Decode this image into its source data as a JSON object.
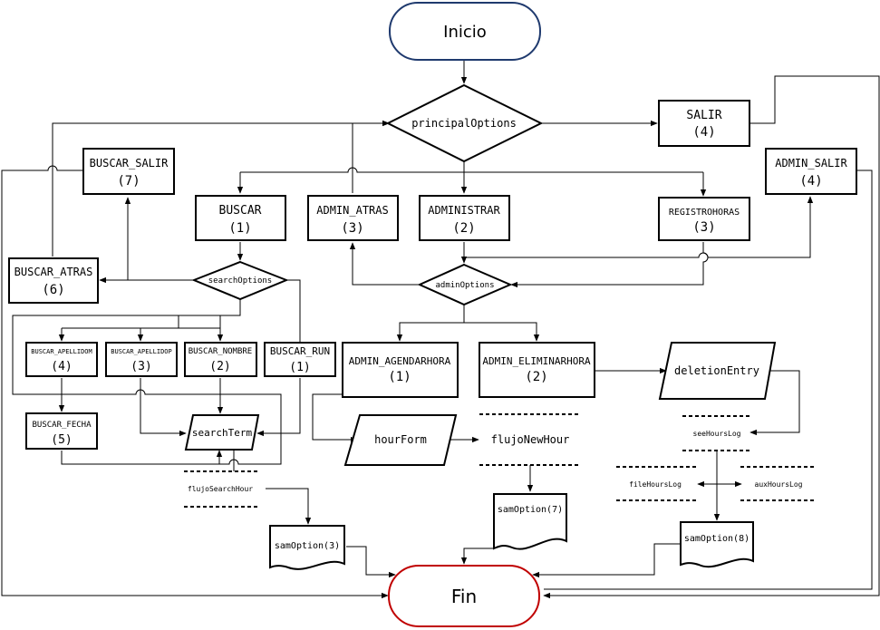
{
  "diagram": {
    "start": "Inicio",
    "end": "Fin",
    "principal_options": "principalOptions",
    "salir": {
      "name": "SALIR",
      "num": "(4)"
    },
    "buscar_salir": {
      "name": "BUSCAR_SALIR",
      "num": "(7)"
    },
    "buscar": {
      "name": "BUSCAR",
      "num": "(1)"
    },
    "admin_atras": {
      "name": "ADMIN_ATRAS",
      "num": "(3)"
    },
    "administrar": {
      "name": "ADMINISTRAR",
      "num": "(2)"
    },
    "registro_horas": {
      "name": "REGISTROHORAS",
      "num": "(3)"
    },
    "admin_salir": {
      "name": "ADMIN_SALIR",
      "num": "(4)"
    },
    "buscar_atras": {
      "name": "BUSCAR_ATRAS",
      "num": "(6)"
    },
    "search_options": "searchOptions",
    "admin_options": "adminOptions",
    "buscar_apellidom": {
      "name": "BUSCAR_APELLIDOM",
      "num": "(4)"
    },
    "buscar_apellidop": {
      "name": "BUSCAR_APELLIDOP",
      "num": "(3)"
    },
    "buscar_nombre": {
      "name": "BUSCAR_NOMBRE",
      "num": "(2)"
    },
    "buscar_run": {
      "name": "BUSCAR_RUN",
      "num": "(1)"
    },
    "admin_agendarhora": {
      "name": "ADMIN_AGENDARHORA",
      "num": "(1)"
    },
    "admin_eliminarhora": {
      "name": "ADMIN_ELIMINARHORA",
      "num": "(2)"
    },
    "deletion_entry": "deletionEntry",
    "buscar_fecha": {
      "name": "BUSCAR_FECHA",
      "num": "(5)"
    },
    "search_term": "searchTerm",
    "hour_form": "hourForm",
    "flujo_new_hour": "flujoNewHour",
    "see_hours_log": "seeHoursLog",
    "file_hours_log": "fileHoursLog",
    "aux_hours_log": "auxHoursLog",
    "flujo_search_hour": "flujoSearchHour",
    "sam_option_7": "samOption(7)",
    "sam_option_8": "samOption(8)",
    "sam_option_3": "samOption(3)"
  },
  "colors": {
    "start_border": "#1f3a6e",
    "end_border": "#c00000",
    "line": "#000000"
  }
}
